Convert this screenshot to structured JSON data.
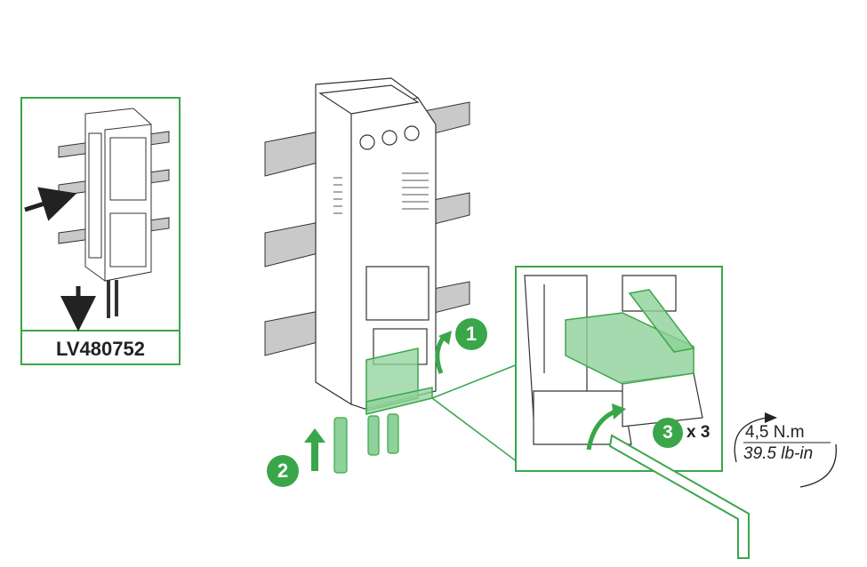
{
  "inset": {
    "reference": "LV480752"
  },
  "steps": {
    "step1": "1",
    "step2": "2",
    "step3": "3",
    "multiplier": "x 3"
  },
  "torque": {
    "metric": "4,5 N.m",
    "imperial": "39.5 lb-in"
  },
  "colors": {
    "accent_green": "#3aa64a",
    "light_green": "#8fd19a",
    "outline": "#333333",
    "bar_gray": "#c9c9c9"
  }
}
